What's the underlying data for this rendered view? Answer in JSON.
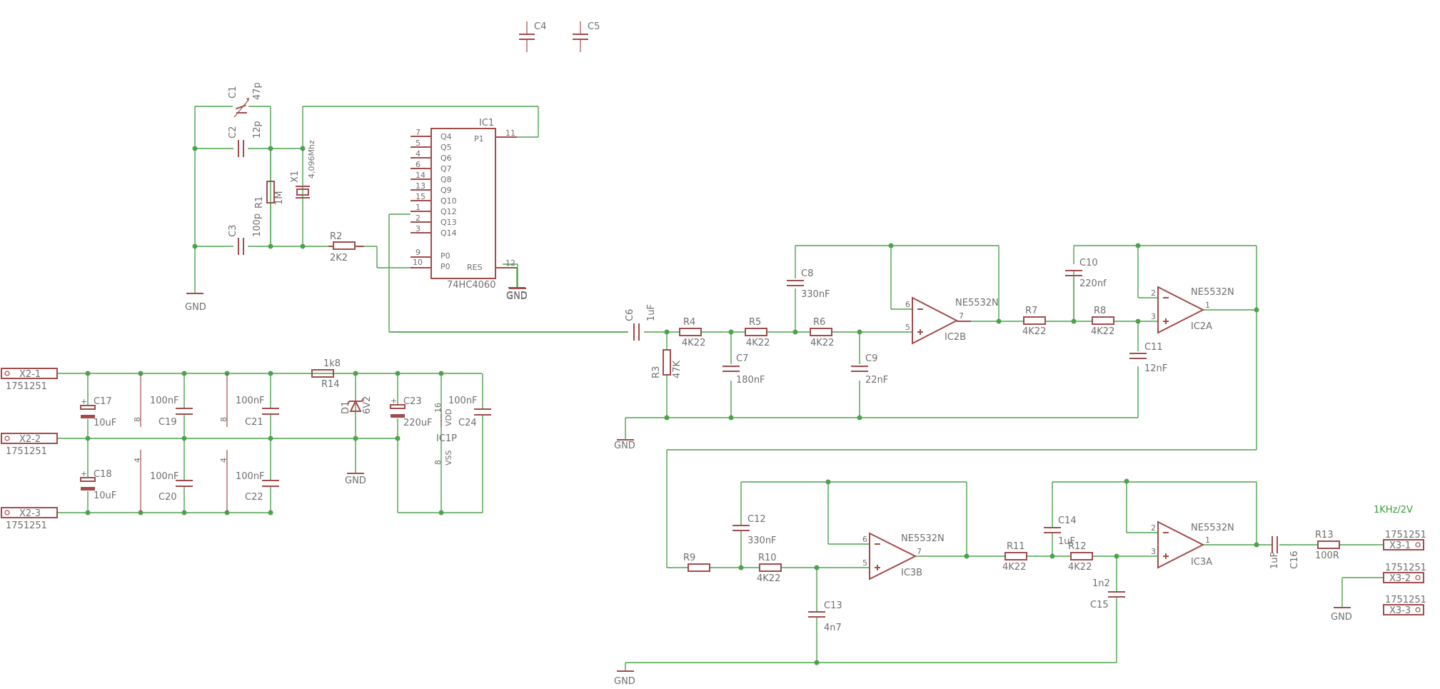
{
  "title": "",
  "labels": {
    "C1": "C1",
    "C1_val": "47p",
    "C2": "C2",
    "C2_val": "12p",
    "C3": "C3",
    "C3_val": "100p",
    "C4": "C4",
    "C5": "C5",
    "R1": "R1",
    "R1_val": "1M",
    "X1": "X1",
    "X1_val": "4,096Mhz",
    "R2": "R2",
    "R2_val": "2K2",
    "GND": "GND",
    "IC1": "IC1",
    "IC1_type": "74HC4060",
    "P1": "P1",
    "P0": "P0",
    "P0b": "P0",
    "RES": "RES",
    "q_names": [
      "Q4",
      "Q5",
      "Q6",
      "Q7",
      "Q8",
      "Q9",
      "Q10",
      "Q12",
      "Q13",
      "Q14"
    ],
    "q_pins": [
      "7",
      "5",
      "4",
      "6",
      "14",
      "13",
      "15",
      "1",
      "2",
      "3"
    ],
    "pin11": "11",
    "pin9": "9",
    "pin10": "10",
    "pin12": "12",
    "C6": "C6",
    "C6_val": "1uF",
    "R3": "R3",
    "R3_val": "47K",
    "R4": "R4",
    "R4_val": "4K22",
    "C7": "C7",
    "C7_val": "180nF",
    "R5": "R5",
    "R5_val": "4K22",
    "C8": "C8",
    "C8_val": "330nF",
    "R6": "R6",
    "R6_val": "4K22",
    "C9": "C9",
    "C9_val": "22nF",
    "IC2B": "IC2B",
    "IC2A": "IC2A",
    "IC3B": "IC3B",
    "IC3A": "IC3A",
    "NE": "NE5532N",
    "R7": "R7",
    "R7_val": "4K22",
    "C10": "C10",
    "C10_val": "220nf",
    "R8": "R8",
    "R8_val": "4K22",
    "C11": "C11",
    "C11_val": "12nF",
    "C12": "C12",
    "C12_val": "330nF",
    "R9": "R9",
    "R10": "R10",
    "R10_val": "4K22",
    "C13": "C13",
    "C13_val": "4n7",
    "R11": "R11",
    "R11_val": "4K22",
    "C14": "C14",
    "C14_val": "1uF",
    "R12": "R12",
    "R12_val": "4K22",
    "C15": "C15",
    "C15_val": "1n2",
    "C16": "C16",
    "C16_val": "1uF",
    "R13": "R13",
    "R13_val": "100R",
    "out_note": "1KHz/2V",
    "X2_1": "X2-1",
    "X2_2": "X2-2",
    "X2_3": "X2-3",
    "X3_1": "X3-1",
    "X3_2": "X3-2",
    "X3_3": "X3-3",
    "conn": "1751251",
    "C17": "C17",
    "C17_val": "10uF",
    "C18": "C18",
    "C18_val": "10uF",
    "C19": "C19",
    "C20": "C20",
    "C21": "C21",
    "C22": "C22",
    "C24": "C24",
    "nF100": "100nF",
    "R14": "R14",
    "R14_val": "1k8",
    "D1": "D1",
    "D1_val": "6V2",
    "C23": "C23",
    "C23_val": "220uF",
    "IC1P": "IC1P",
    "VDD": "VDD",
    "VSS": "VSS",
    "n16": "16",
    "n8": "8",
    "n4": "4",
    "pin1": "1",
    "pin2": "2",
    "pin3": "3",
    "pin5": "5",
    "pin6": "6",
    "pin7": "7"
  }
}
